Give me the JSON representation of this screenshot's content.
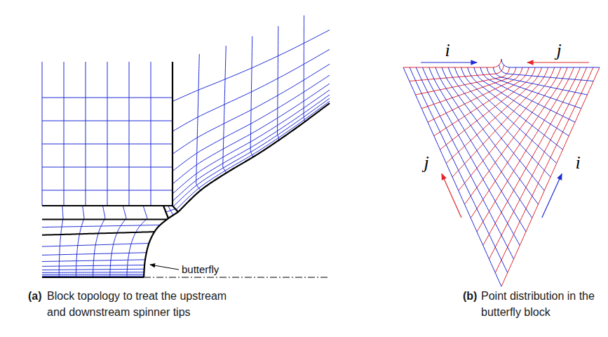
{
  "diagram": {
    "labels": [
      "butterfly",
      "i",
      "j",
      "j",
      "i",
      "(a)",
      "Block topology to treat the upstream and downstream spinner tips",
      "(b)",
      "Point distribution in the butterfly block"
    ]
  }
}
